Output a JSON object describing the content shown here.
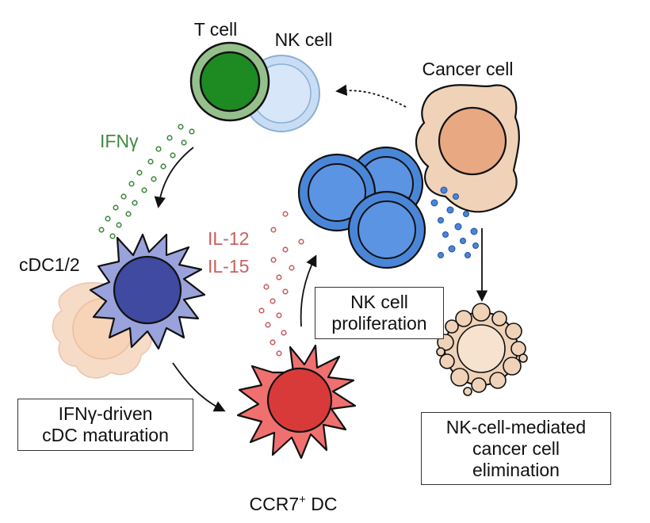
{
  "cells": {
    "t_cell": "T cell",
    "nk_cell": "NK cell",
    "cancer_cell": "Cancer cell",
    "cdc": "cDC1/2",
    "ccr7_dc_main": "CCR7",
    "ccr7_dc_sup": "+",
    "ccr7_dc_suffix": " DC"
  },
  "signals": {
    "ifng": "IFNγ",
    "il12": "IL-12",
    "il15": "IL-15"
  },
  "boxes": {
    "maturation": {
      "line1": "IFNγ-driven",
      "line2": "cDC maturation"
    },
    "proliferation": {
      "line1": "NK cell",
      "line2": "proliferation"
    },
    "elimination": {
      "line1": "NK-cell-mediated",
      "line2": "cancer cell",
      "line3": "elimination"
    }
  },
  "colors": {
    "t_cell": "#1e8a22",
    "nk_cell": "#c8ddf4",
    "nk_proliferating": "#4a86d8",
    "cancer_cell": "#efd2b8",
    "cancer_nucleus": "#e8a882",
    "cdc": "#9aa2dc",
    "cdc_nucleus": "#3f4aa0",
    "ccr7_dc": "#f07070",
    "ccr7_nucleus": "#d83a3a",
    "ifng_dots": "#3f8a3f",
    "il_dots": "#c96060",
    "release_dots": "#4a86d8"
  }
}
